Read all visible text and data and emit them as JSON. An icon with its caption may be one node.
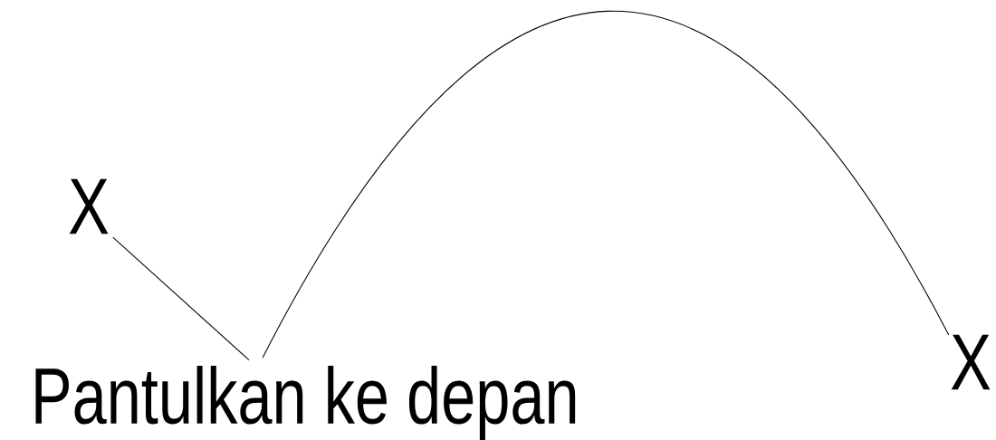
{
  "diagram": {
    "nodes": [
      {
        "text": [
          "X"
        ]
      },
      {
        "text": [
          "Pantulkan ke depan"
        ]
      },
      {
        "text": [
          "X"
        ]
      }
    ],
    "edges": [
      {
        "from": 0,
        "to": 1,
        "arrow": "none"
      },
      {
        "from": 1,
        "to": 2,
        "arrow": "none"
      }
    ]
  }
}
